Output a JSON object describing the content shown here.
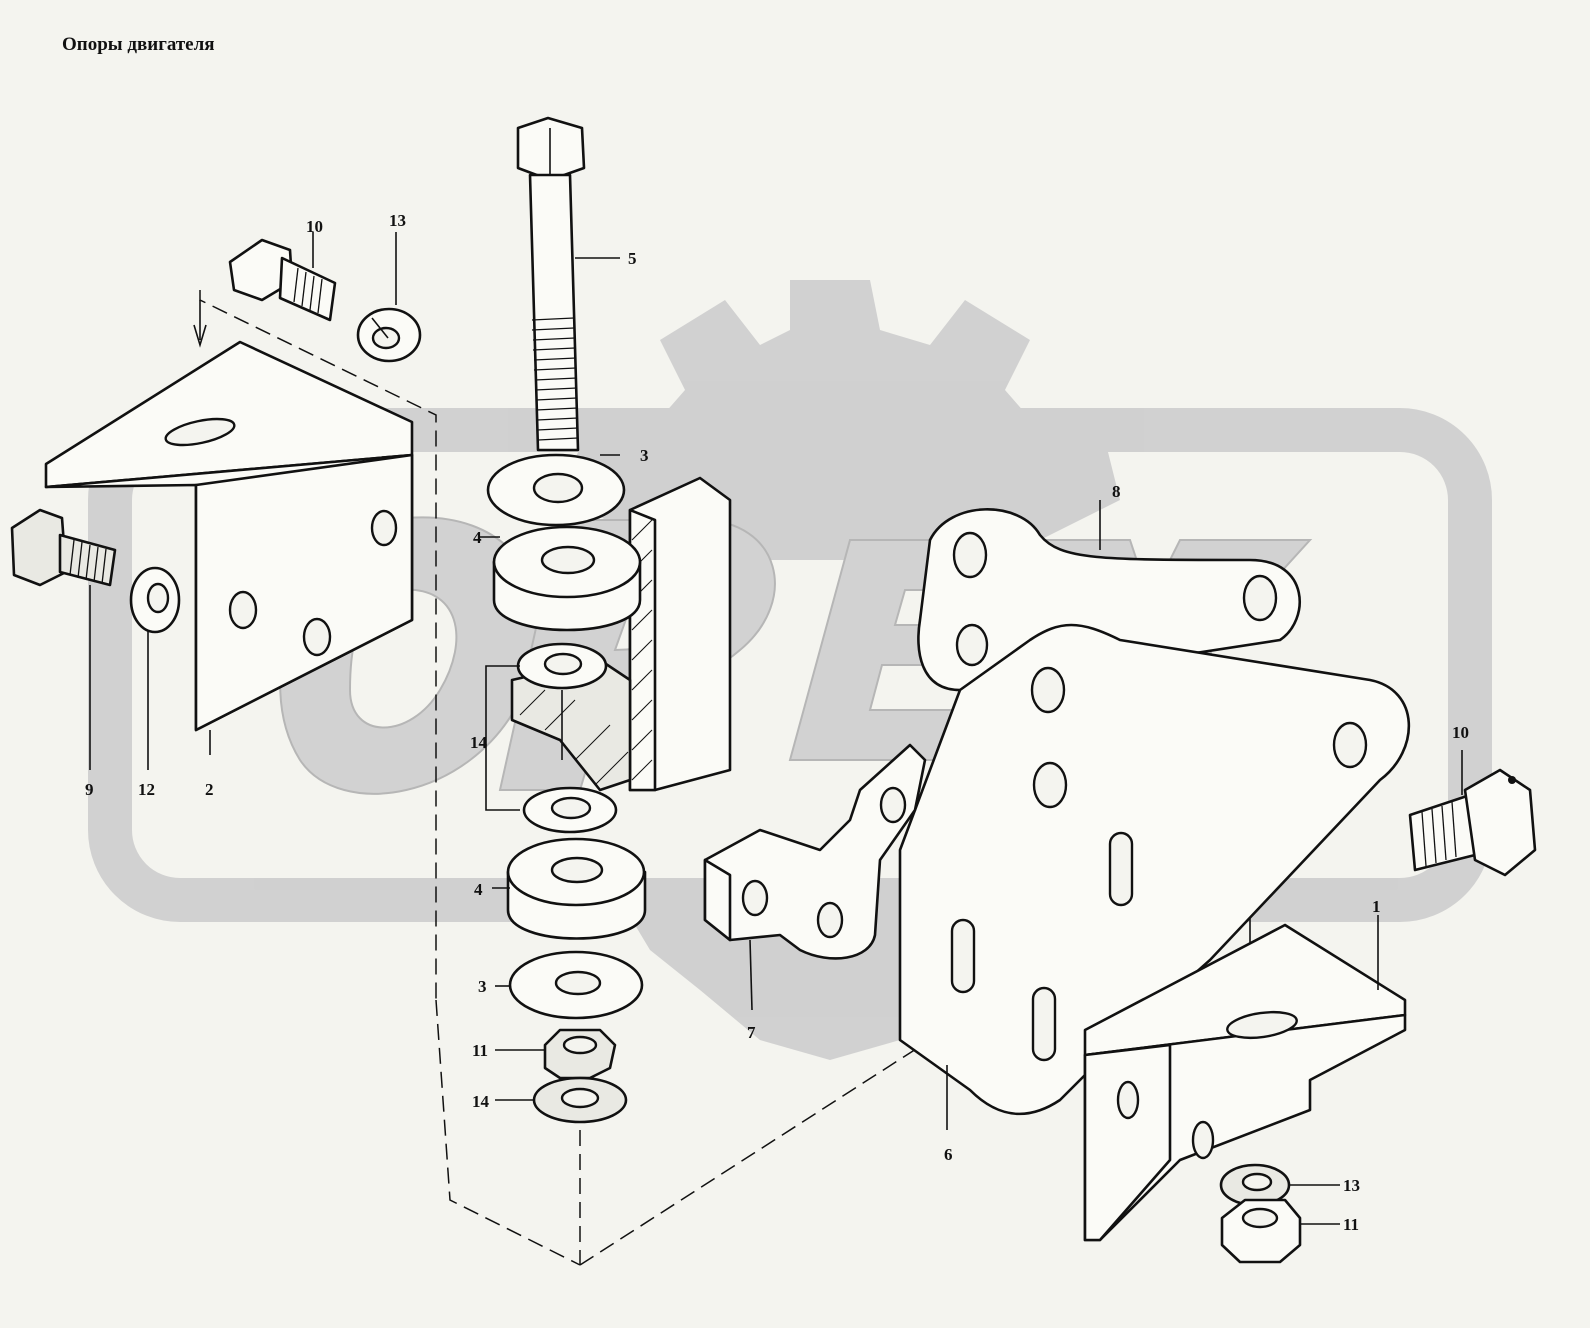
{
  "title": "Опоры двигателя",
  "watermark": "OPEX",
  "colors": {
    "background": "#f4f4ef",
    "line": "#111111",
    "watermark": "#c8c8c8"
  },
  "callouts": [
    {
      "id": "c1",
      "text": "1"
    },
    {
      "id": "c2",
      "text": "2"
    },
    {
      "id": "c3a",
      "text": "3"
    },
    {
      "id": "c3b",
      "text": "3"
    },
    {
      "id": "c4a",
      "text": "4"
    },
    {
      "id": "c4b",
      "text": "4"
    },
    {
      "id": "c5",
      "text": "5"
    },
    {
      "id": "c6",
      "text": "6"
    },
    {
      "id": "c7",
      "text": "7"
    },
    {
      "id": "c8",
      "text": "8"
    },
    {
      "id": "c9",
      "text": "9"
    },
    {
      "id": "c10a",
      "text": "10"
    },
    {
      "id": "c10b",
      "text": "10"
    },
    {
      "id": "c11a",
      "text": "11"
    },
    {
      "id": "c11b",
      "text": "11"
    },
    {
      "id": "c12",
      "text": "12"
    },
    {
      "id": "c13a",
      "text": "13"
    },
    {
      "id": "c13b",
      "text": "13"
    },
    {
      "id": "c14a",
      "text": "14"
    },
    {
      "id": "c14b",
      "text": "14"
    }
  ]
}
